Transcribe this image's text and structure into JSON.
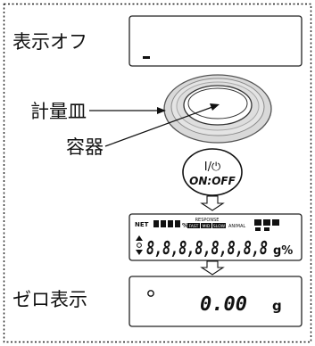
{
  "labels": {
    "display_off": "表示オフ",
    "weighing_pan": "計量皿",
    "container": "容器",
    "zero_display": "ゼロ表示"
  },
  "button": {
    "symbol": "I/⏻",
    "label": "ON:OFF"
  },
  "full_display": {
    "net": "NET",
    "percent": "%",
    "response": "RESPONSE",
    "response_modes": [
      "FAST",
      "MID",
      "SLOW"
    ],
    "animal": "ANIMAL",
    "digits": "8,8,8,8,8,8,8,8",
    "units": "g%"
  },
  "off_display": {
    "indicator": "-"
  },
  "zero_screen": {
    "stable_mark": "°",
    "value": "0.00",
    "unit": "g"
  }
}
